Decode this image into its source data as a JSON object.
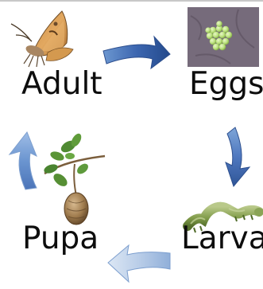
{
  "diagram": {
    "stages": {
      "adult": "Adult",
      "eggs": "Eggs",
      "larva": "Larva",
      "pupa": "Pupa"
    },
    "images": {
      "adult": "moth-photo",
      "eggs": "egg-cluster-on-leaf-photo",
      "larva": "green-caterpillar-photo",
      "pupa": "pupa-hanging-from-twig-photo"
    },
    "arrow_colors": {
      "dark_blue": "#3a5fa8",
      "light_blue": "#7ea4d6",
      "pale_blue": "#b9cde8"
    }
  }
}
